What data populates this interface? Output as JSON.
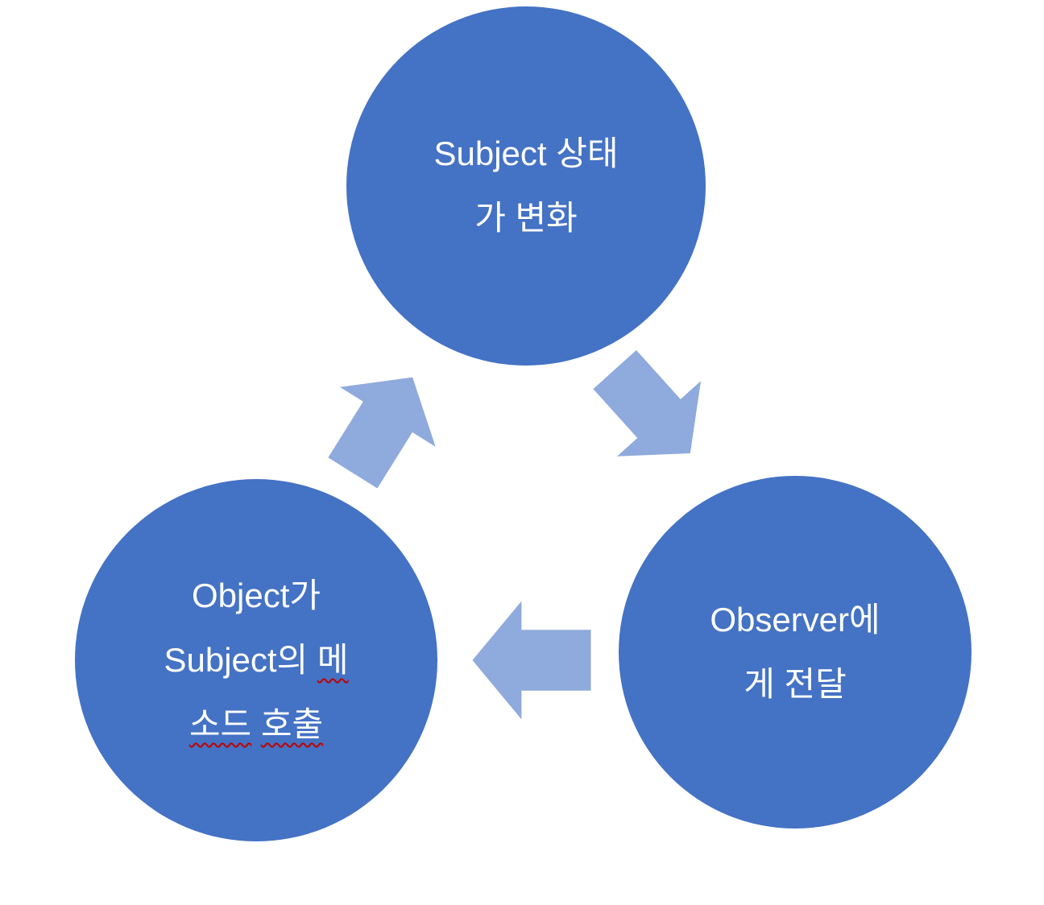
{
  "diagram": {
    "type": "cycle-diagram",
    "description": "Observer pattern cycle with three circular nodes connected by block arrows",
    "colors": {
      "background": "#FFFFFF",
      "circle_fill": "#4472C4",
      "arrow_fill": "#8FAADC",
      "text": "#FFFFFF",
      "spellcheck_underline": "#C00000"
    },
    "nodes": {
      "subject_state_change": {
        "line1": "Subject 상태",
        "line2": "가 변화"
      },
      "notify_observer": {
        "line1": "Observer에",
        "line2": "게 전달"
      },
      "object_calls_subject": {
        "line1": "Object가",
        "line2_text": "Subject의",
        "line2_misspelled": "메",
        "line3_misspelled": "소드",
        "line3_text": "호출"
      }
    },
    "arrows": [
      {
        "name": "subject-to-observer",
        "direction": "down-right"
      },
      {
        "name": "observer-to-object",
        "direction": "left"
      },
      {
        "name": "object-to-subject",
        "direction": "up-right"
      }
    ]
  }
}
